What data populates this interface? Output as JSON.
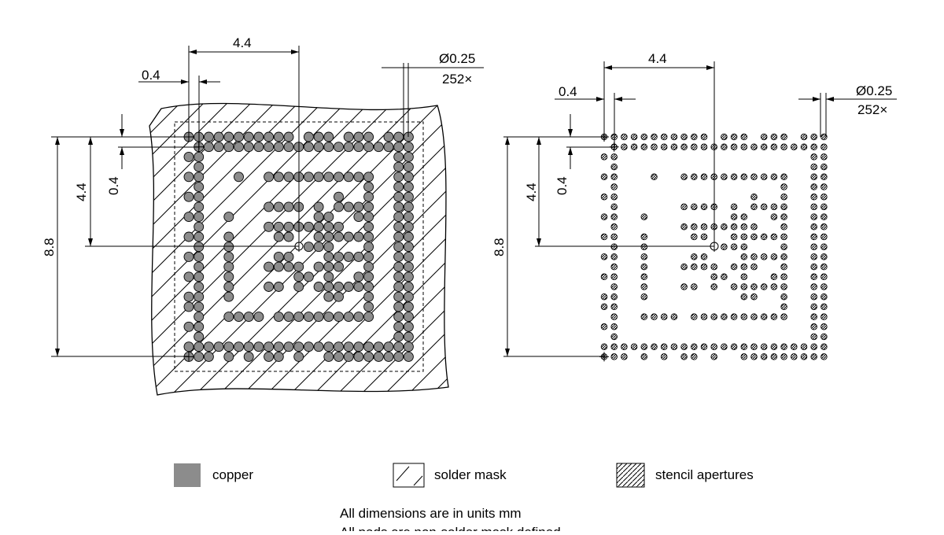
{
  "left_view": {
    "dim_pitch_x": "4.4",
    "dim_offset_x": "0.4",
    "dim_diameter": "Ø0.25",
    "dim_count": "252×",
    "dim_total_y": "8.8",
    "dim_pitch_y": "4.4",
    "dim_offset_y": "0.4"
  },
  "right_view": {
    "dim_pitch_x": "4.4",
    "dim_offset_x": "0.4",
    "dim_diameter": "Ø0.25",
    "dim_count": "252×",
    "dim_total_y": "8.8",
    "dim_pitch_y": "4.4",
    "dim_offset_y": "0.4"
  },
  "pad_map": [
    "11111111111011101110111",
    "01111111111111111111111",
    "11000000000000000000011",
    "01000000000000000000011",
    "11000100111111111110011",
    "01000000000000000010011",
    "11000000000000010010011",
    "01000000111101011110011",
    "11001000000001100110011",
    "01000000111111110010011",
    "11001000011001111110011",
    "01001000000011100010011",
    "11001000011000111110011",
    "01001000111101110010011",
    "11001000000110100110011",
    "01001000110101111110011",
    "11001000000000110010011",
    "11000000000000000010011",
    "01001111011111111110011",
    "11000000000000000000011",
    "01000000000000000000011",
    "11111111111111111111111",
    "11101010110100111111111"
  ],
  "colors": {
    "copper": "#8c8c8c",
    "line": "#000000"
  },
  "legend": [
    {
      "label": "copper",
      "icon": "copper-swatch"
    },
    {
      "label": "solder mask",
      "icon": "solder-mask-hatch"
    },
    {
      "label": "stencil apertures",
      "icon": "stencil-hatch"
    }
  ],
  "notes": [
    "All dimensions are in units mm",
    "All pads are non-solder mask defined"
  ]
}
